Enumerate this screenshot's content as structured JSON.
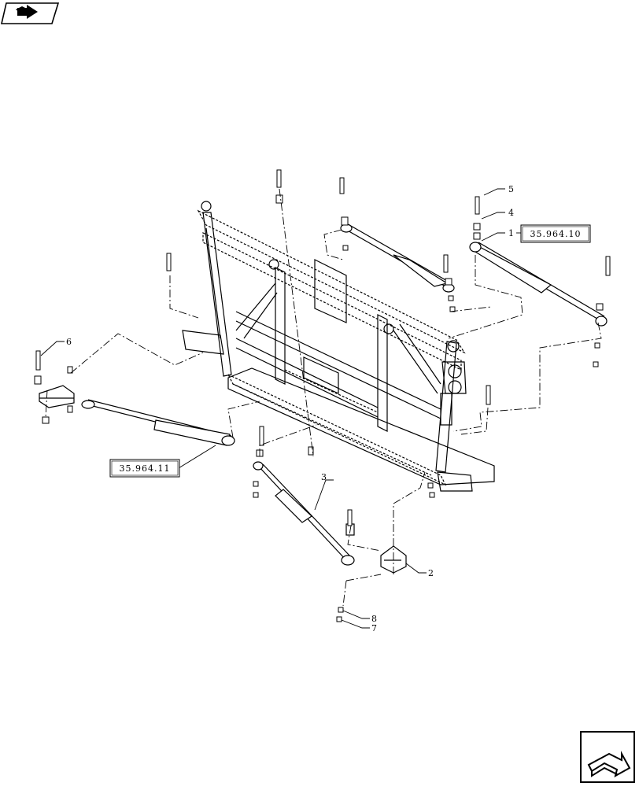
{
  "nav": {
    "back_icon": "book-back-arrow-icon",
    "next_icon": "next-page-arrow-icon"
  },
  "references": {
    "ref_1": "35.964.10",
    "ref_2": "35.964.11"
  },
  "callouts": {
    "c1": "1",
    "c2": "2",
    "c3": "3",
    "c4": "4",
    "c5": "5",
    "c6": "6",
    "c7": "7",
    "c8": "8"
  }
}
